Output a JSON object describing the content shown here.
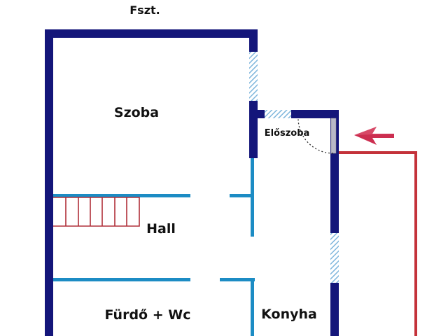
{
  "floor_label": "Fszt.",
  "rooms": {
    "szoba": "Szoba",
    "eloszoba": "Előszoba",
    "hall": "Hall",
    "furdo": "Fürdő + Wc",
    "konyha": "Konyha"
  },
  "colors": {
    "outer_wall": "#14167a",
    "inner_wall": "#1c8cc4",
    "window": "#9cc8e6",
    "stairs": "#b0303a",
    "terrace": "#c4323a",
    "entry_arrow": "#cc2e50"
  },
  "icons": {
    "entry": "arrow-left-icon"
  }
}
